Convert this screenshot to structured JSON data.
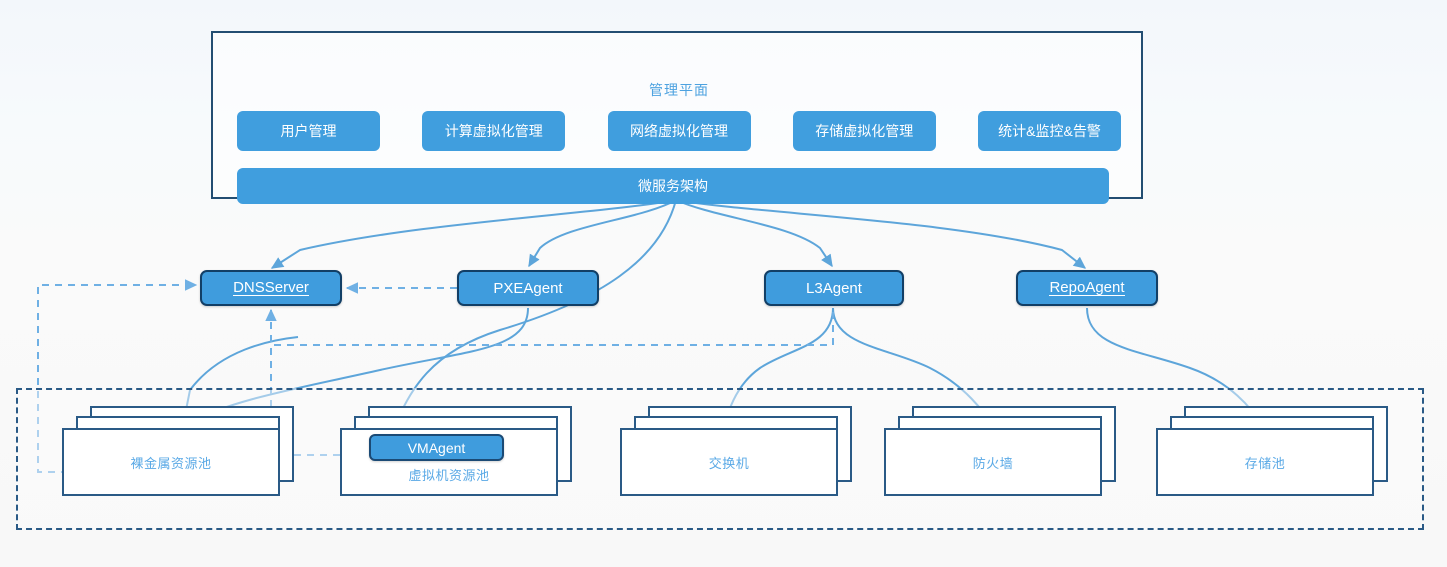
{
  "diagram": {
    "title_text": "管理平面",
    "colors": {
      "accent_blue": "#409ede",
      "border_navy": "#234e72",
      "pool_border": "#2a5a86",
      "label_blue": "#5aa9e6",
      "connector_blue": "#5da5da",
      "dashed_light_blue": "#6fb0e4"
    }
  },
  "management_plane": {
    "title": "管理平面",
    "buttons": [
      {
        "label": "用户管理"
      },
      {
        "label": "计算虚拟化管理"
      },
      {
        "label": "网络虚拟化管理"
      },
      {
        "label": "存储虚拟化管理"
      },
      {
        "label": "统计&监控&告警"
      }
    ],
    "bus": {
      "label": "微服务架构"
    }
  },
  "agents": [
    {
      "id": "dns",
      "label": "DNSServer"
    },
    {
      "id": "pxe",
      "label": "PXEAgent"
    },
    {
      "id": "l3",
      "label": "L3Agent"
    },
    {
      "id": "repo",
      "label": "RepoAgent"
    }
  ],
  "embedded_agents": [
    {
      "id": "vm",
      "label": "VMAgent"
    }
  ],
  "resource_pools": [
    {
      "id": "baremetal",
      "label": "裸金属资源池"
    },
    {
      "id": "vm",
      "label": "虚拟机资源池"
    },
    {
      "id": "switch",
      "label": "交换机"
    },
    {
      "id": "firewall",
      "label": "防火墙"
    },
    {
      "id": "storage",
      "label": "存储池"
    }
  ]
}
